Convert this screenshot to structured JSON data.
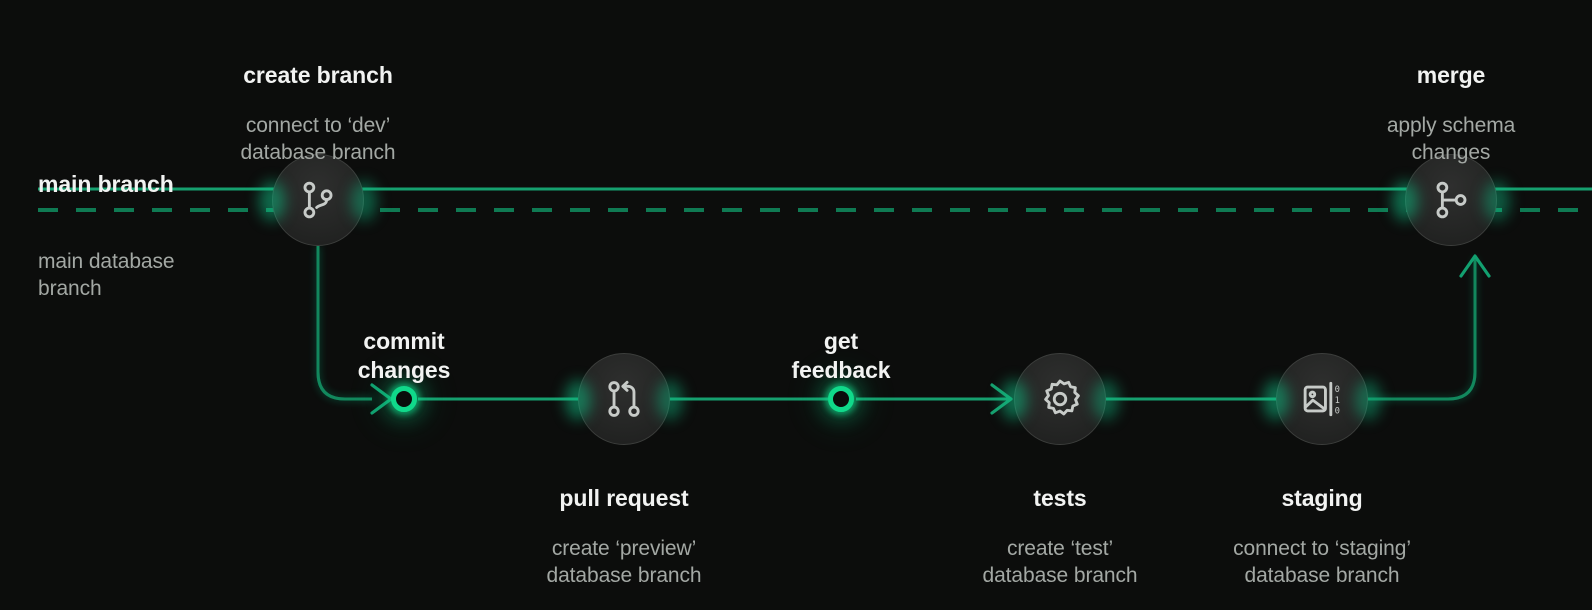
{
  "diagram": {
    "title": "git branching and database branching workflow",
    "background_color": "#0c0d0c",
    "accent_color": "#10b981",
    "accent_bright_color": "#10d98a",
    "dashed_color": "#0d6b49",
    "title_text_color": "#f2f3f2",
    "sub_text_color": "#a3a8a4"
  },
  "branch_lines": {
    "main_branch": {
      "label": "main branch",
      "style": "solid",
      "color": "#10b981"
    },
    "main_database_branch": {
      "label": "main database\nbranch",
      "style": "dashed",
      "color": "#0d6b49"
    }
  },
  "nodes": [
    {
      "id": "create-branch",
      "icon": "git-branch-icon",
      "title": "create branch",
      "subtitle": "connect to ‘dev’\ndatabase branch",
      "label_position": "above",
      "kind": "circle"
    },
    {
      "id": "commit-changes",
      "icon": "commit-dot-icon",
      "title": "commit\nchanges",
      "subtitle": "",
      "label_position": "above",
      "kind": "dot"
    },
    {
      "id": "pull-request",
      "icon": "git-pull-request-icon",
      "title": "pull request",
      "subtitle": "create ‘preview’\ndatabase branch",
      "label_position": "below",
      "kind": "circle"
    },
    {
      "id": "get-feedback",
      "icon": "feedback-dot-icon",
      "title": "get\nfeedback",
      "subtitle": "",
      "label_position": "above",
      "kind": "dot"
    },
    {
      "id": "tests",
      "icon": "gear-icon",
      "title": "tests",
      "subtitle": "create ‘test’\ndatabase branch",
      "label_position": "below",
      "kind": "circle"
    },
    {
      "id": "staging",
      "icon": "staging-image-binary-icon",
      "title": "staging",
      "subtitle": "connect to ‘staging’\ndatabase branch",
      "label_position": "below",
      "kind": "circle"
    },
    {
      "id": "merge",
      "icon": "git-merge-icon",
      "title": "merge",
      "subtitle": "apply schema\nchanges",
      "label_position": "above",
      "kind": "circle"
    }
  ]
}
